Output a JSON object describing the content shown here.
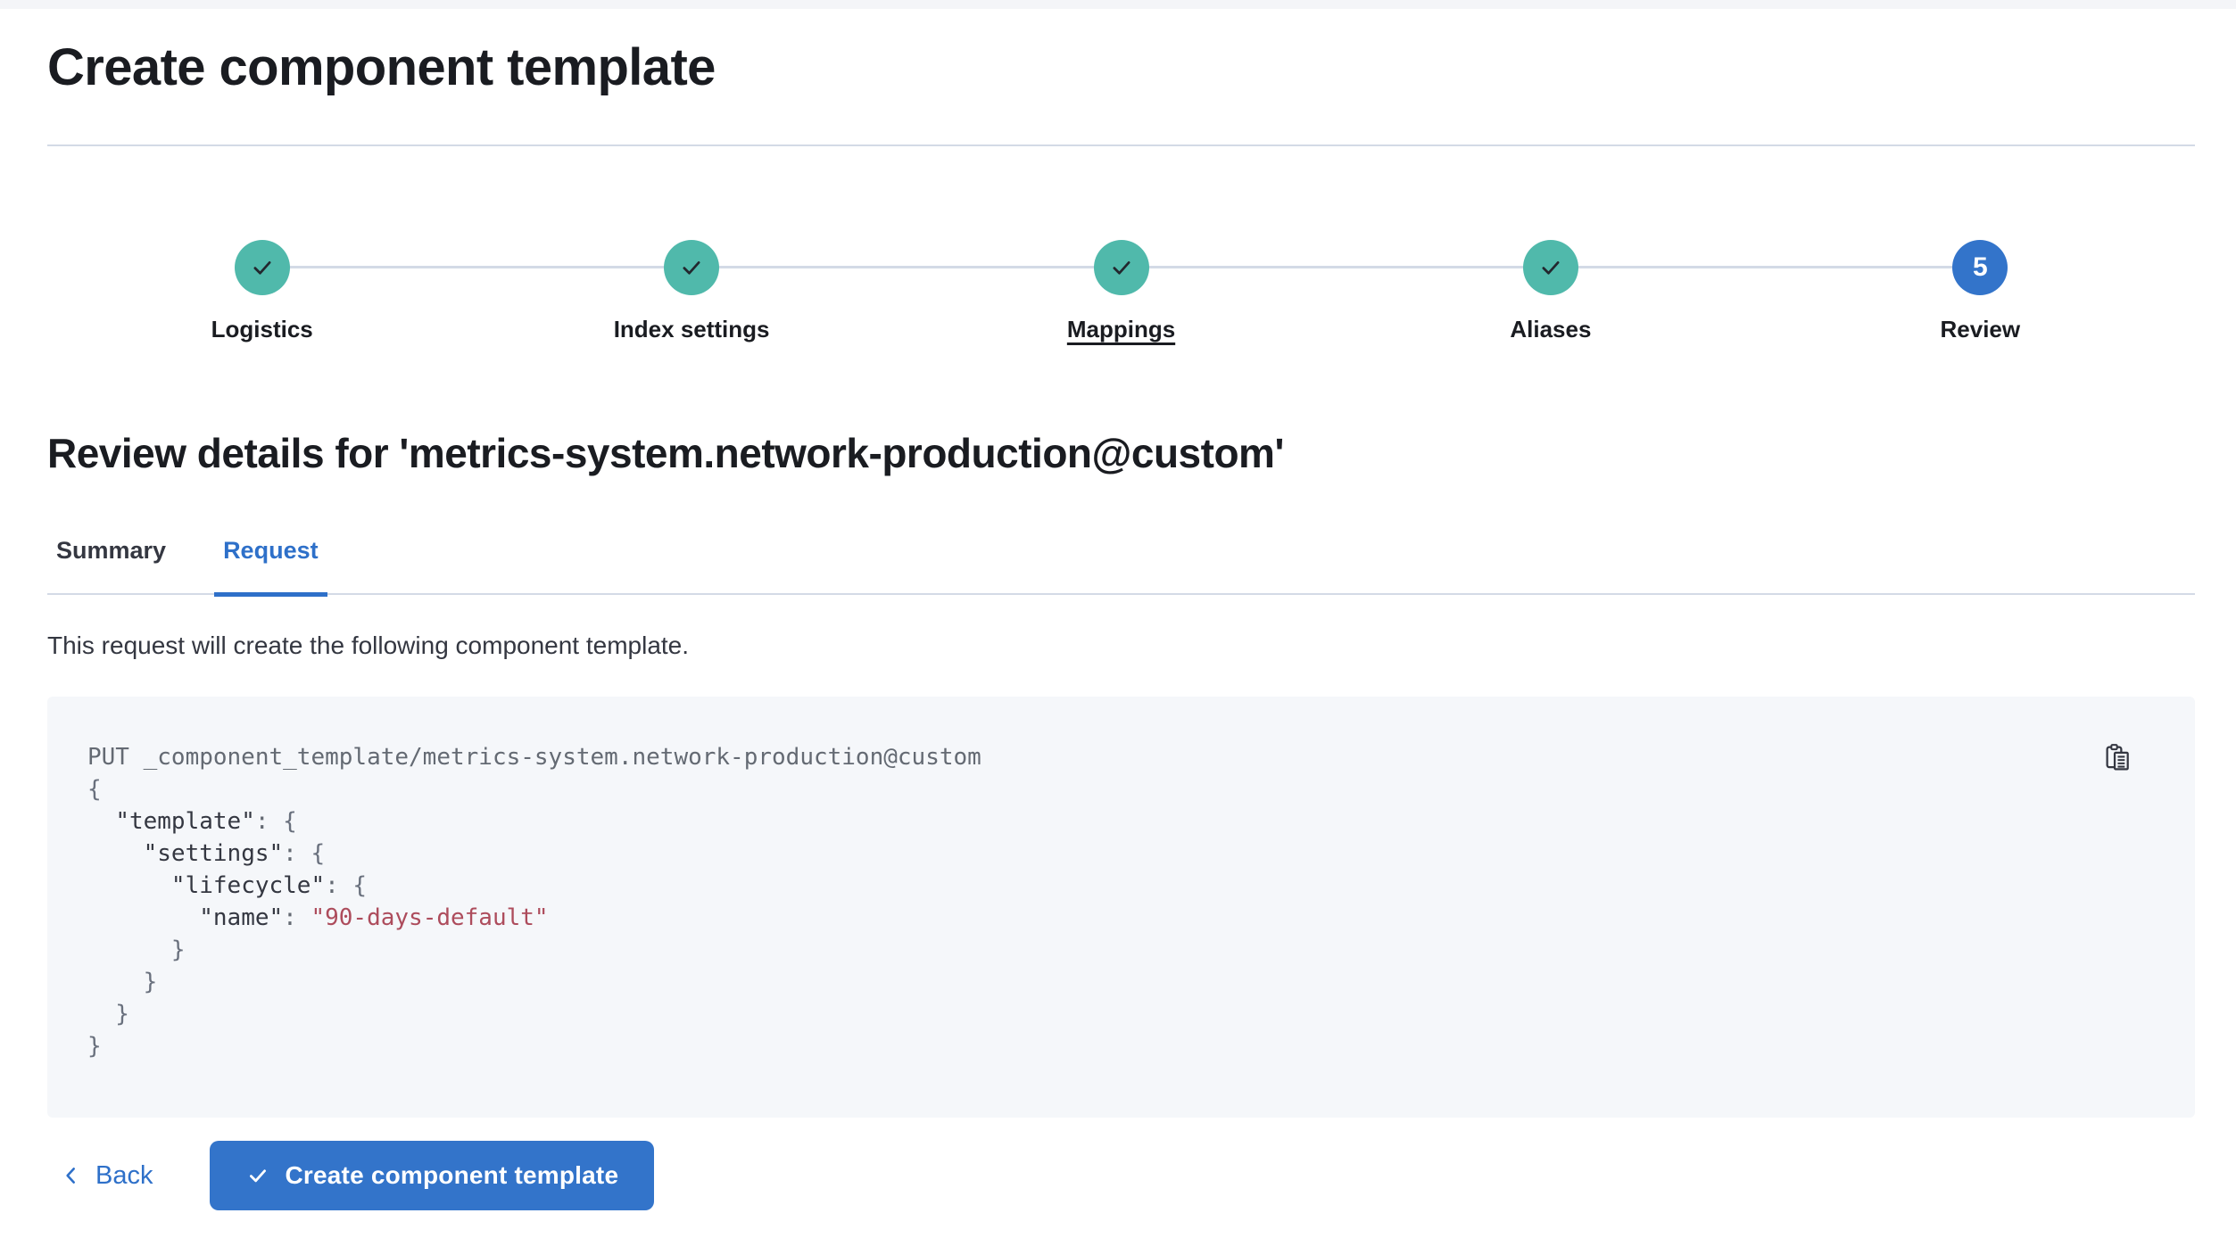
{
  "header": {
    "title": "Create component template"
  },
  "stepper": {
    "steps": [
      {
        "label": "Logistics",
        "status": "complete",
        "icon": "check-icon"
      },
      {
        "label": "Index settings",
        "status": "complete",
        "icon": "check-icon"
      },
      {
        "label": "Mappings",
        "status": "complete",
        "icon": "check-icon",
        "underlined": true
      },
      {
        "label": "Aliases",
        "status": "complete",
        "icon": "check-icon"
      },
      {
        "label": "Review",
        "status": "current",
        "number": "5"
      }
    ]
  },
  "review": {
    "heading": "Review details for 'metrics-system.network-production@custom'",
    "tabs": [
      {
        "label": "Summary",
        "active": false
      },
      {
        "label": "Request",
        "active": true
      }
    ],
    "description": "This request will create the following component template."
  },
  "code_block": {
    "copy_icon": "copy-clipboard-icon",
    "lines": [
      [
        {
          "t": "PUT _component_template/metrics-system.network-production@custom",
          "c": "plain"
        }
      ],
      [
        {
          "t": "{",
          "c": "brace"
        }
      ],
      [
        {
          "t": "  ",
          "c": "plain"
        },
        {
          "t": "\"template\"",
          "c": "key"
        },
        {
          "t": ": ",
          "c": "plain"
        },
        {
          "t": "{",
          "c": "brace"
        }
      ],
      [
        {
          "t": "    ",
          "c": "plain"
        },
        {
          "t": "\"settings\"",
          "c": "key"
        },
        {
          "t": ": ",
          "c": "plain"
        },
        {
          "t": "{",
          "c": "brace"
        }
      ],
      [
        {
          "t": "      ",
          "c": "plain"
        },
        {
          "t": "\"lifecycle\"",
          "c": "key"
        },
        {
          "t": ": ",
          "c": "plain"
        },
        {
          "t": "{",
          "c": "brace"
        }
      ],
      [
        {
          "t": "        ",
          "c": "plain"
        },
        {
          "t": "\"name\"",
          "c": "key"
        },
        {
          "t": ": ",
          "c": "plain"
        },
        {
          "t": "\"90-days-default\"",
          "c": "string"
        }
      ],
      [
        {
          "t": "      }",
          "c": "brace"
        }
      ],
      [
        {
          "t": "    }",
          "c": "brace"
        }
      ],
      [
        {
          "t": "  }",
          "c": "brace"
        }
      ],
      [
        {
          "t": "}",
          "c": "brace"
        }
      ]
    ]
  },
  "footer": {
    "back_label": "Back",
    "back_icon": "chevron-left-icon",
    "create_button_label": "Create component template",
    "create_button_icon": "check-icon"
  },
  "colors": {
    "primary": "#3374CA",
    "link": "#2E70C9",
    "step_complete": "#50B9AB",
    "divider": "#D3DAE6",
    "code_bg": "#F5F7FA",
    "code_string": "#AD4C5C",
    "code_key": "#343741",
    "code_plain": "#646A73",
    "code_brace": "#69707D",
    "heading": "#1A1C21",
    "body_text": "#343741"
  }
}
